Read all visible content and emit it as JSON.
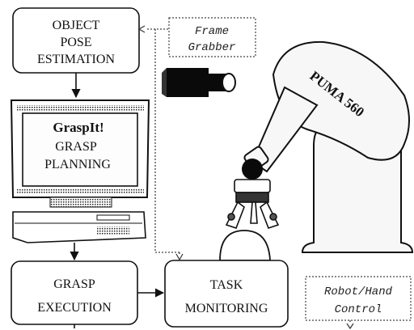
{
  "boxes": {
    "pose": {
      "line1": "OBJECT",
      "line2": "POSE",
      "line3": "ESTIMATION"
    },
    "planning": {
      "line1": "GraspIt!",
      "line2": "GRASP",
      "line3": "PLANNING"
    },
    "execution": {
      "line1": "GRASP",
      "line2": "EXECUTION"
    },
    "monitoring": {
      "line1": "TASK",
      "line2": "MONITORING"
    },
    "frame_grabber": {
      "line1": "Frame",
      "line2": "Grabber"
    },
    "robot_control": {
      "line1": "Robot/Hand",
      "line2": "Control"
    }
  },
  "robot": {
    "label": "PUMA 560"
  },
  "colors": {
    "ink": "#111111",
    "robot_fill": "#f7f7f7",
    "monitor_screen": "#fdfdfd",
    "dark": "#0a0a0a"
  }
}
